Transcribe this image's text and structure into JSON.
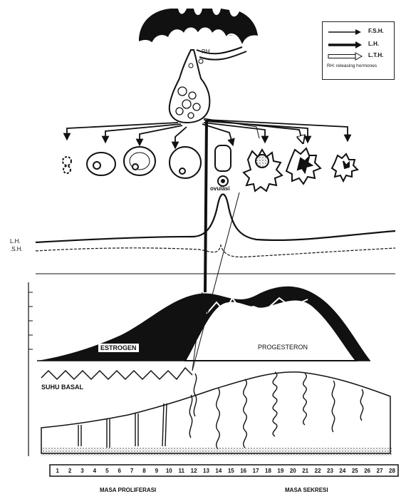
{
  "legend": {
    "fsh": "F.S.H.",
    "lh": "L.H.",
    "lth": "L.T.H.",
    "rh_note": "RH: releasing hormones"
  },
  "labels": {
    "rh": "RH",
    "ovulation": "ovulasi",
    "lh_curve": "L.H.",
    "fsh_curve": ".S.H.",
    "estrogen": "ESTROGEN",
    "progesterone": "PROGESTERON",
    "basal_temp": "SUHU BASAL",
    "phase_proliferation": "MASA PROLIFERASI",
    "phase_secretion": "MASA SEKRESI"
  },
  "days": [
    "1",
    "2",
    "3",
    "4",
    "5",
    "6",
    "7",
    "8",
    "9",
    "10",
    "11",
    "12",
    "13",
    "14",
    "15",
    "16",
    "17",
    "18",
    "19",
    "20",
    "21",
    "22",
    "23",
    "24",
    "25",
    "26",
    "27",
    "28"
  ]
}
